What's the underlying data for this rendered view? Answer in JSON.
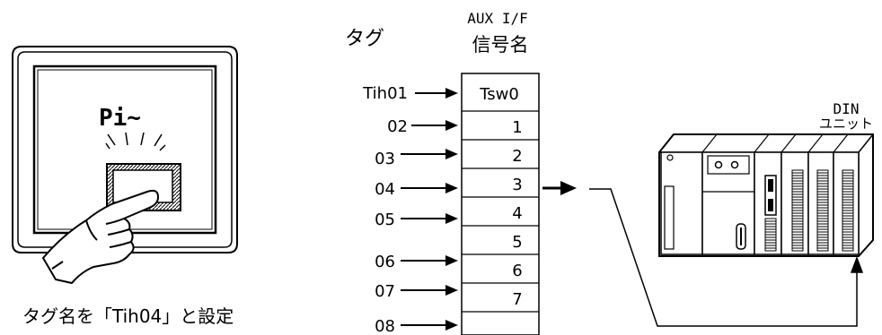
{
  "touch_panel": {
    "screen_text": "Pi~",
    "caption": "タグ名を「Tih04」と設定"
  },
  "table": {
    "tag_header": "タグ",
    "signal_header_line1": "AUX I/F",
    "signal_header_line2": "信号名",
    "rows": [
      {
        "tag": "Tih01",
        "signal": "Tsw0"
      },
      {
        "tag": "02",
        "signal": "1"
      },
      {
        "tag": "03",
        "signal": "2"
      },
      {
        "tag": "04",
        "signal": "3"
      },
      {
        "tag": "05",
        "signal": "4"
      },
      {
        "tag": "06",
        "signal": "5"
      },
      {
        "tag": "07",
        "signal": "6"
      },
      {
        "tag": "08",
        "signal": "7"
      }
    ]
  },
  "plc": {
    "label_line1": "DIN",
    "label_line2": "ユニット"
  }
}
